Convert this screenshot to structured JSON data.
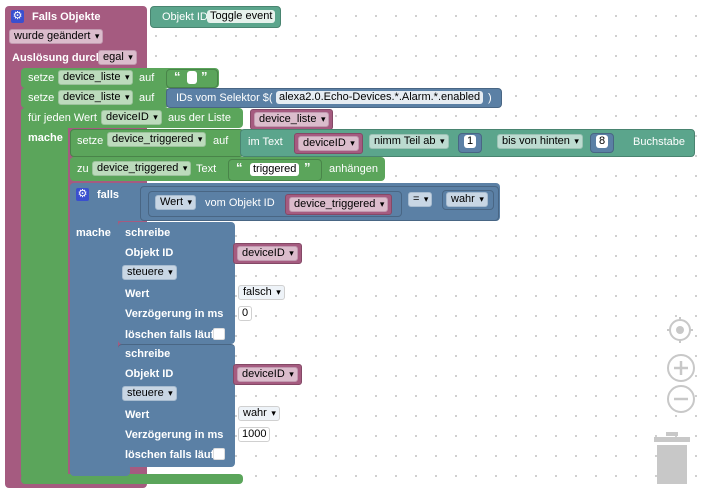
{
  "trigger": {
    "title": "Falls Objekte",
    "objekt_id_label": "Objekt ID",
    "objekt_id_value": "Toggle event",
    "condition": "wurde geändert",
    "ausloesung_label": "Auslösung durch",
    "ausloesung_value": "egal"
  },
  "setze1": {
    "setze": "setze",
    "var": "device_liste",
    "auf": "auf",
    "quote_open": "“",
    "quote_close": "”"
  },
  "setze2": {
    "setze": "setze",
    "var": "device_liste",
    "auf": "auf",
    "selector_label": "IDs vom Selektor $(",
    "selector_value": "alexa2.0.Echo-Devices.*.Alarm.*.enabled",
    "selector_close": ")"
  },
  "loop": {
    "label": "für jeden Wert",
    "var": "deviceID",
    "aus_label": "aus der Liste",
    "list": "device_liste",
    "mache": "mache"
  },
  "setze3": {
    "setze": "setze",
    "var": "device_triggered",
    "auf": "auf",
    "im_text": "im Text",
    "text_var": "deviceID",
    "nimm": "nimm Teil ab",
    "from_num": "1",
    "bis": "bis von hinten",
    "to_num": "8",
    "buchstabe": "Buchstabe"
  },
  "append": {
    "zu": "zu",
    "var": "device_triggered",
    "text": "Text",
    "quote_open": "“",
    "value": "triggered",
    "quote_close": "”",
    "anhaengen": "anhängen"
  },
  "ifblock": {
    "falls": "falls",
    "wert": "Wert",
    "vom_objekt": "vom Objekt ID",
    "var": "device_triggered",
    "op": "=",
    "compare": "wahr",
    "mache": "mache"
  },
  "write1": {
    "schreibe": "schreibe",
    "objekt_id": "Objekt ID",
    "var": "deviceID",
    "steuere": "steuere",
    "wert": "Wert",
    "wert_value": "falsch",
    "verz": "Verzögerung in ms",
    "verz_value": "0",
    "loeschen": "löschen falls läuft"
  },
  "write2": {
    "schreibe": "schreibe",
    "objekt_id": "Objekt ID",
    "var": "deviceID",
    "steuere": "steuere",
    "wert": "Wert",
    "wert_value": "wahr",
    "verz": "Verzögerung in ms",
    "verz_value": "1000",
    "loeschen": "löschen falls läuft"
  },
  "icons": [
    "gear-icon",
    "target-icon",
    "zoom-in-icon",
    "zoom-out-icon",
    "trash-icon"
  ]
}
